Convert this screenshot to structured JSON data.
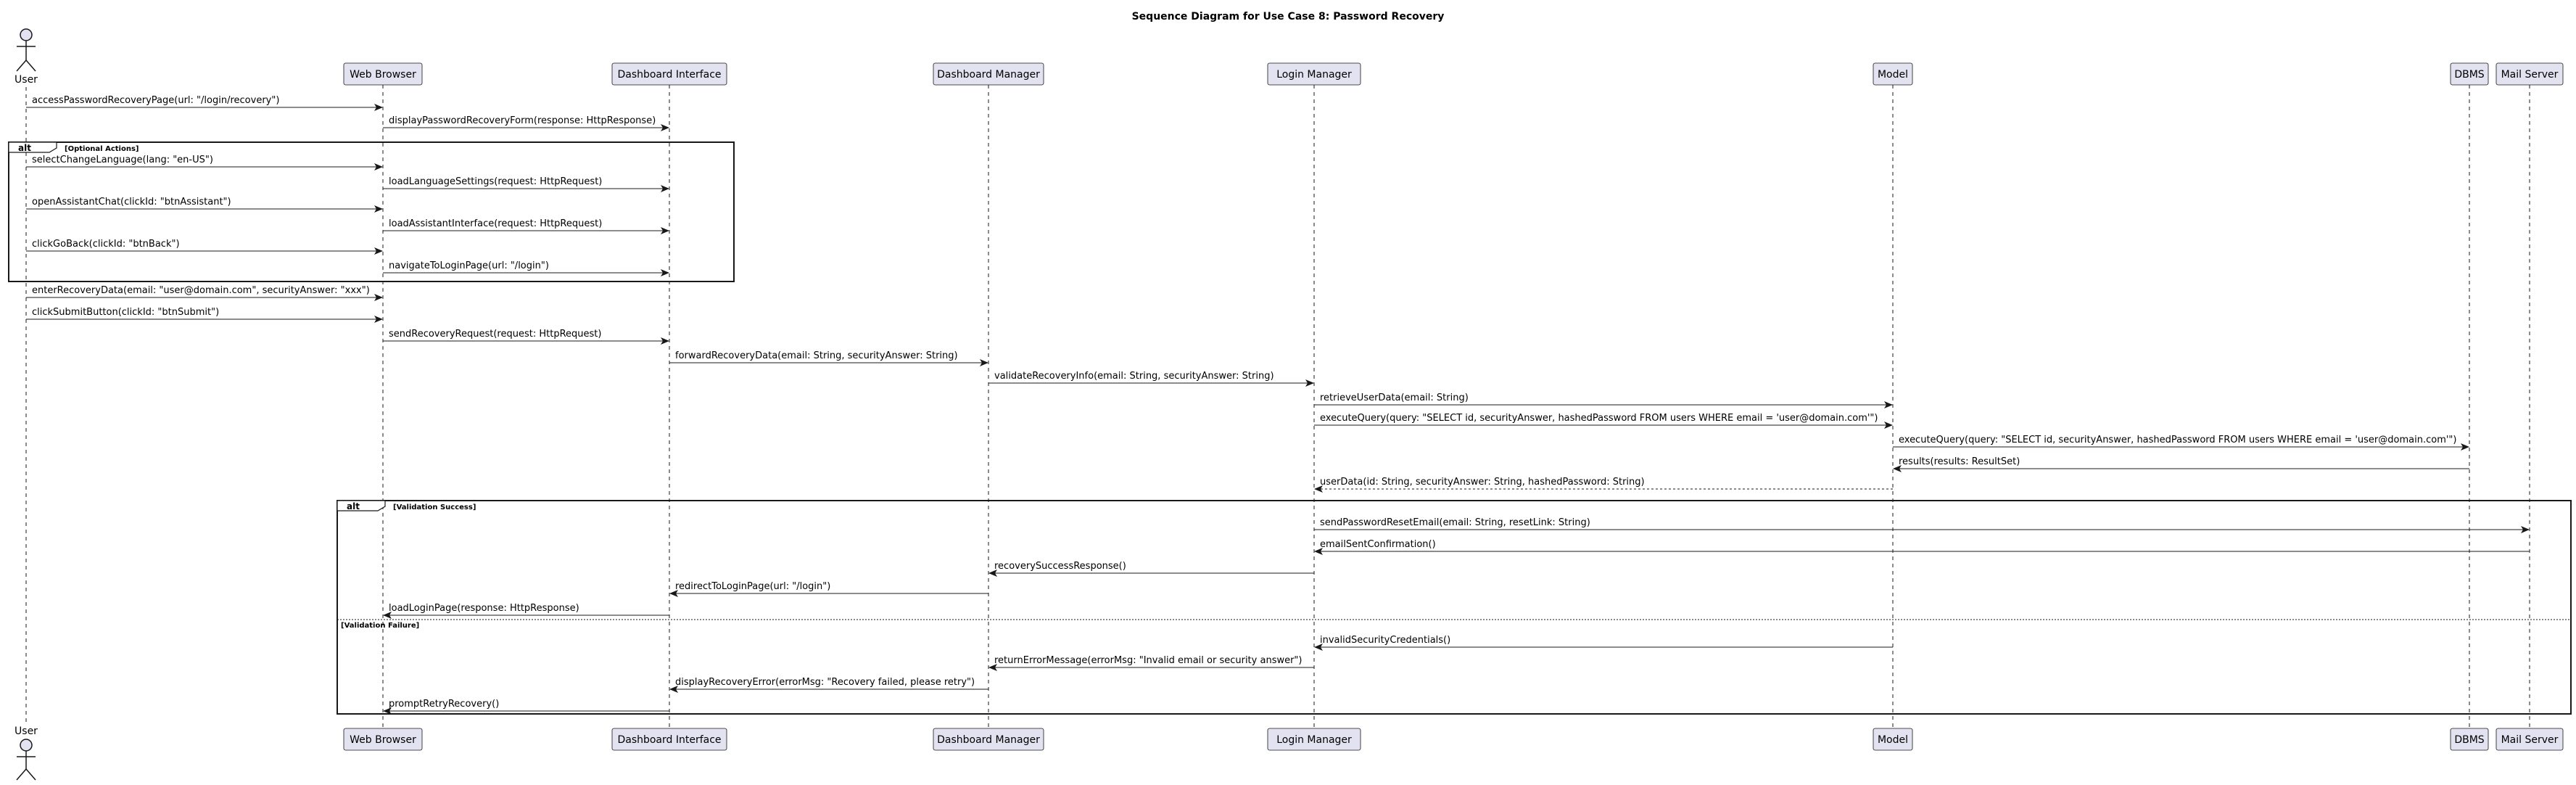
{
  "title": "Sequence Diagram for Use Case 8: Password Recovery",
  "actor": {
    "label": "User"
  },
  "participants": [
    {
      "id": "browser",
      "label": "Web Browser"
    },
    {
      "id": "dashboard",
      "label": "Dashboard Interface"
    },
    {
      "id": "dmanager",
      "label": "Dashboard Manager"
    },
    {
      "id": "login",
      "label": "Login Manager"
    },
    {
      "id": "model",
      "label": "Model"
    },
    {
      "id": "dbms",
      "label": "DBMS"
    },
    {
      "id": "mail",
      "label": "Mail Server"
    }
  ],
  "fragments": [
    {
      "keyword": "alt",
      "guard": "[Optional Actions]"
    },
    {
      "keyword": "alt",
      "guard": "[Validation Success]",
      "else_guard": "[Validation Failure]"
    }
  ],
  "messages": [
    {
      "from": "user",
      "to": "browser",
      "label": "accessPasswordRecoveryPage(url: \"/login/recovery\")"
    },
    {
      "from": "browser",
      "to": "dashboard",
      "label": "displayPasswordRecoveryForm(response: HttpResponse)"
    },
    {
      "from": "user",
      "to": "browser",
      "label": "selectChangeLanguage(lang: \"en-US\")"
    },
    {
      "from": "browser",
      "to": "dashboard",
      "label": "loadLanguageSettings(request: HttpRequest)"
    },
    {
      "from": "user",
      "to": "browser",
      "label": "openAssistantChat(clickId: \"btnAssistant\")"
    },
    {
      "from": "browser",
      "to": "dashboard",
      "label": "loadAssistantInterface(request: HttpRequest)"
    },
    {
      "from": "user",
      "to": "browser",
      "label": "clickGoBack(clickId: \"btnBack\")"
    },
    {
      "from": "browser",
      "to": "dashboard",
      "label": "navigateToLoginPage(url: \"/login\")"
    },
    {
      "from": "user",
      "to": "browser",
      "label": "enterRecoveryData(email: \"user@domain.com\", securityAnswer: \"xxx\")"
    },
    {
      "from": "user",
      "to": "browser",
      "label": "clickSubmitButton(clickId: \"btnSubmit\")"
    },
    {
      "from": "browser",
      "to": "dashboard",
      "label": "sendRecoveryRequest(request: HttpRequest)"
    },
    {
      "from": "dashboard",
      "to": "dmanager",
      "label": "forwardRecoveryData(email: String, securityAnswer: String)"
    },
    {
      "from": "dmanager",
      "to": "login",
      "label": "validateRecoveryInfo(email: String, securityAnswer: String)"
    },
    {
      "from": "login",
      "to": "model",
      "label": "retrieveUserData(email: String)"
    },
    {
      "from": "login",
      "to": "model",
      "label": "executeQuery(query: \"SELECT id, securityAnswer, hashedPassword FROM users WHERE email = 'user@domain.com'\")"
    },
    {
      "from": "model",
      "to": "dbms",
      "label": "executeQuery(query: \"SELECT id, securityAnswer, hashedPassword FROM users WHERE email = 'user@domain.com'\")"
    },
    {
      "from": "dbms",
      "to": "model",
      "label": "results(results: ResultSet)"
    },
    {
      "from": "model",
      "to": "login",
      "label": "userData(id: String, securityAnswer: String, hashedPassword: String)",
      "dashed": true
    },
    {
      "from": "login",
      "to": "mail",
      "label": "sendPasswordResetEmail(email: String, resetLink: String)"
    },
    {
      "from": "mail",
      "to": "login",
      "label": "emailSentConfirmation()"
    },
    {
      "from": "login",
      "to": "dmanager",
      "label": "recoverySuccessResponse()"
    },
    {
      "from": "dmanager",
      "to": "dashboard",
      "label": "redirectToLoginPage(url: \"/login\")"
    },
    {
      "from": "dashboard",
      "to": "browser",
      "label": "loadLoginPage(response: HttpResponse)"
    },
    {
      "from": "model",
      "to": "login",
      "label": "invalidSecurityCredentials()"
    },
    {
      "from": "login",
      "to": "dmanager",
      "label": "returnErrorMessage(errorMsg: \"Invalid email or security answer\")"
    },
    {
      "from": "dmanager",
      "to": "dashboard",
      "label": "displayRecoveryError(errorMsg: \"Recovery failed, please retry\")"
    },
    {
      "from": "dashboard",
      "to": "browser",
      "label": "promptRetryRecovery()"
    }
  ],
  "colors": {
    "participant_fill": "#E2E2F0",
    "participant_border": "#181818",
    "line": "#181818",
    "background": "#FFFFFF"
  }
}
